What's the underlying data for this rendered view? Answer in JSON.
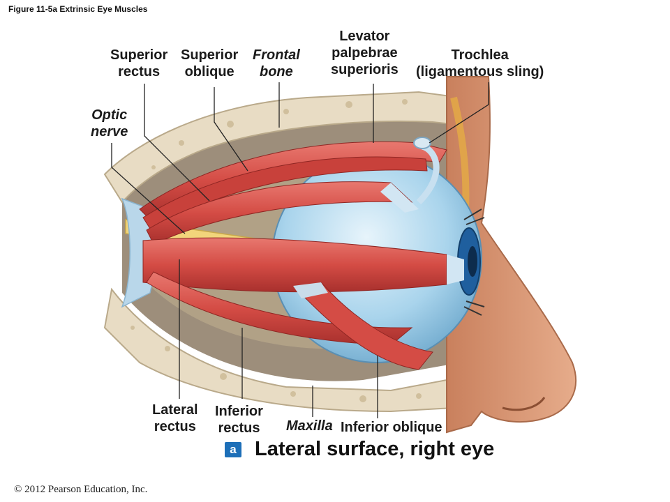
{
  "figure_title": "Figure 11-5a  Extrinsic Eye Muscles",
  "labels": {
    "superior_rectus": [
      "Superior",
      "rectus"
    ],
    "superior_oblique": [
      "Superior",
      "oblique"
    ],
    "frontal_bone": [
      "Frontal",
      "bone"
    ],
    "levator": [
      "Levator",
      "palpebrae",
      "superioris"
    ],
    "trochlea": [
      "Trochlea",
      "(ligamentous sling)"
    ],
    "optic_nerve": [
      "Optic",
      "nerve"
    ],
    "lateral_rectus": [
      "Lateral",
      "rectus"
    ],
    "inferior_rectus": [
      "Inferior",
      "rectus"
    ],
    "maxilla": "Maxilla",
    "inferior_oblique": "Inferior oblique"
  },
  "panel_letter": "a",
  "caption": "Lateral surface, right eye",
  "copyright": "© 2012 Pearson Education, Inc.",
  "colors": {
    "muscle": "#d9534f",
    "muscle_dark": "#a8302d",
    "bone": "#e8dcc4",
    "eyeball": "#a9d4ec",
    "skin": "#d99a77",
    "iris": "#1f5f9e",
    "badge": "#1d6fb8"
  }
}
